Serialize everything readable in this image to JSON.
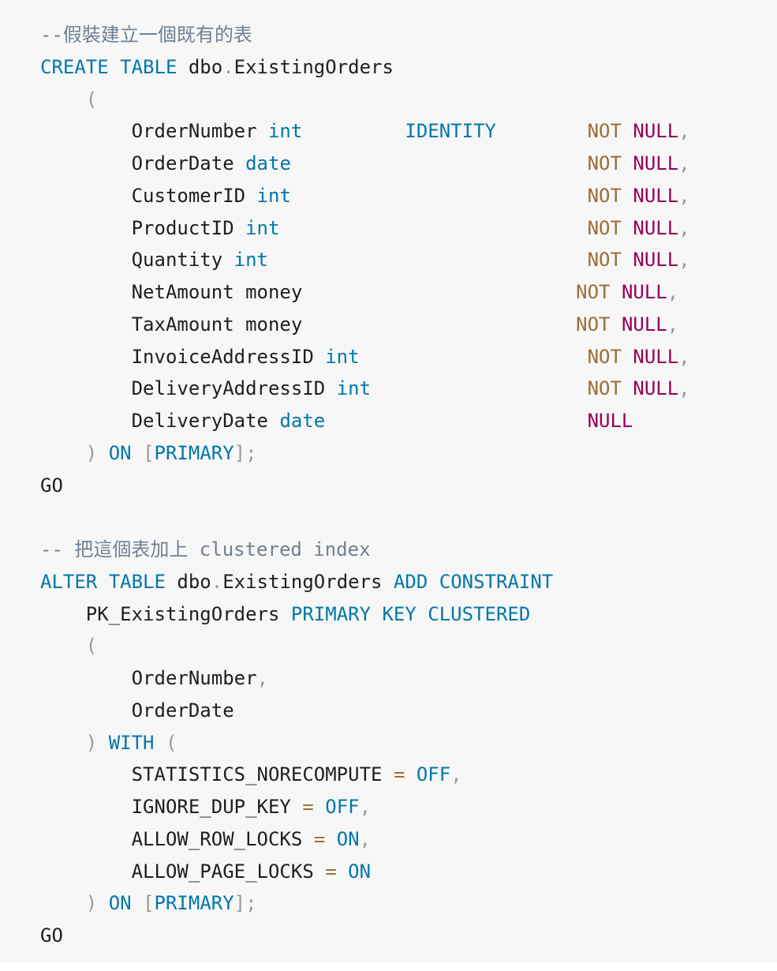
{
  "code": {
    "language": "sql",
    "colors": {
      "background": "#f7f7f7",
      "comment": "#708090",
      "keyword": "#0077aa",
      "not": "#9a6e3a",
      "null": "#990055",
      "punctuation": "#999999",
      "operator": "#9a6e3a",
      "text": "#1e1e1e"
    },
    "lines": [
      [
        {
          "t": "--假裝建立一個既有的表",
          "c": "cm"
        }
      ],
      [
        {
          "t": "CREATE TABLE",
          "c": "kw"
        },
        {
          "t": " dbo",
          "c": "tx"
        },
        {
          "t": ".",
          "c": "pu"
        },
        {
          "t": "ExistingOrders",
          "c": "tx"
        }
      ],
      [
        {
          "t": "    ",
          "c": "tx"
        },
        {
          "t": "(",
          "c": "pu"
        }
      ],
      [
        {
          "t": "        OrderNumber ",
          "c": "tx"
        },
        {
          "t": "int",
          "c": "kw"
        },
        {
          "t": "         ",
          "c": "tx"
        },
        {
          "t": "IDENTITY",
          "c": "kw"
        },
        {
          "t": "        ",
          "c": "tx"
        },
        {
          "t": "NOT",
          "c": "nt"
        },
        {
          "t": " ",
          "c": "tx"
        },
        {
          "t": "NULL",
          "c": "nl"
        },
        {
          "t": ",",
          "c": "pu"
        }
      ],
      [
        {
          "t": "        OrderDate ",
          "c": "tx"
        },
        {
          "t": "date",
          "c": "kw"
        },
        {
          "t": "                          ",
          "c": "tx"
        },
        {
          "t": "NOT",
          "c": "nt"
        },
        {
          "t": " ",
          "c": "tx"
        },
        {
          "t": "NULL",
          "c": "nl"
        },
        {
          "t": ",",
          "c": "pu"
        }
      ],
      [
        {
          "t": "        CustomerID ",
          "c": "tx"
        },
        {
          "t": "int",
          "c": "kw"
        },
        {
          "t": "                          ",
          "c": "tx"
        },
        {
          "t": "NOT",
          "c": "nt"
        },
        {
          "t": " ",
          "c": "tx"
        },
        {
          "t": "NULL",
          "c": "nl"
        },
        {
          "t": ",",
          "c": "pu"
        }
      ],
      [
        {
          "t": "        ProductID ",
          "c": "tx"
        },
        {
          "t": "int",
          "c": "kw"
        },
        {
          "t": "                           ",
          "c": "tx"
        },
        {
          "t": "NOT",
          "c": "nt"
        },
        {
          "t": " ",
          "c": "tx"
        },
        {
          "t": "NULL",
          "c": "nl"
        },
        {
          "t": ",",
          "c": "pu"
        }
      ],
      [
        {
          "t": "        Quantity ",
          "c": "tx"
        },
        {
          "t": "int",
          "c": "kw"
        },
        {
          "t": "                            ",
          "c": "tx"
        },
        {
          "t": "NOT",
          "c": "nt"
        },
        {
          "t": " ",
          "c": "tx"
        },
        {
          "t": "NULL",
          "c": "nl"
        },
        {
          "t": ",",
          "c": "pu"
        }
      ],
      [
        {
          "t": "        NetAmount money                        ",
          "c": "tx"
        },
        {
          "t": "NOT",
          "c": "nt"
        },
        {
          "t": " ",
          "c": "tx"
        },
        {
          "t": "NULL",
          "c": "nl"
        },
        {
          "t": ",",
          "c": "pu"
        }
      ],
      [
        {
          "t": "        TaxAmount money                        ",
          "c": "tx"
        },
        {
          "t": "NOT",
          "c": "nt"
        },
        {
          "t": " ",
          "c": "tx"
        },
        {
          "t": "NULL",
          "c": "nl"
        },
        {
          "t": ",",
          "c": "pu"
        }
      ],
      [
        {
          "t": "        InvoiceAddressID ",
          "c": "tx"
        },
        {
          "t": "int",
          "c": "kw"
        },
        {
          "t": "                    ",
          "c": "tx"
        },
        {
          "t": "NOT",
          "c": "nt"
        },
        {
          "t": " ",
          "c": "tx"
        },
        {
          "t": "NULL",
          "c": "nl"
        },
        {
          "t": ",",
          "c": "pu"
        }
      ],
      [
        {
          "t": "        DeliveryAddressID ",
          "c": "tx"
        },
        {
          "t": "int",
          "c": "kw"
        },
        {
          "t": "                   ",
          "c": "tx"
        },
        {
          "t": "NOT",
          "c": "nt"
        },
        {
          "t": " ",
          "c": "tx"
        },
        {
          "t": "NULL",
          "c": "nl"
        },
        {
          "t": ",",
          "c": "pu"
        }
      ],
      [
        {
          "t": "        DeliveryDate ",
          "c": "tx"
        },
        {
          "t": "date",
          "c": "kw"
        },
        {
          "t": "                       ",
          "c": "tx"
        },
        {
          "t": "NULL",
          "c": "nl"
        }
      ],
      [
        {
          "t": "    ",
          "c": "tx"
        },
        {
          "t": ")",
          "c": "pu"
        },
        {
          "t": " ",
          "c": "tx"
        },
        {
          "t": "ON",
          "c": "kw"
        },
        {
          "t": " ",
          "c": "tx"
        },
        {
          "t": "[",
          "c": "pu"
        },
        {
          "t": "PRIMARY",
          "c": "kw"
        },
        {
          "t": "];",
          "c": "pu"
        }
      ],
      [
        {
          "t": "GO",
          "c": "tx"
        }
      ],
      [
        {
          "t": "",
          "c": "tx"
        }
      ],
      [
        {
          "t": "-- 把這個表加上 clustered index",
          "c": "cm"
        }
      ],
      [
        {
          "t": "ALTER TABLE",
          "c": "kw"
        },
        {
          "t": " dbo",
          "c": "tx"
        },
        {
          "t": ".",
          "c": "pu"
        },
        {
          "t": "ExistingOrders ",
          "c": "tx"
        },
        {
          "t": "ADD CONSTRAINT",
          "c": "kw"
        }
      ],
      [
        {
          "t": "    PK_ExistingOrders ",
          "c": "tx"
        },
        {
          "t": "PRIMARY KEY CLUSTERED",
          "c": "kw"
        }
      ],
      [
        {
          "t": "    ",
          "c": "tx"
        },
        {
          "t": "(",
          "c": "pu"
        }
      ],
      [
        {
          "t": "        OrderNumber",
          "c": "tx"
        },
        {
          "t": ",",
          "c": "pu"
        }
      ],
      [
        {
          "t": "        OrderDate",
          "c": "tx"
        }
      ],
      [
        {
          "t": "    ",
          "c": "tx"
        },
        {
          "t": ")",
          "c": "pu"
        },
        {
          "t": " ",
          "c": "tx"
        },
        {
          "t": "WITH",
          "c": "kw"
        },
        {
          "t": " ",
          "c": "tx"
        },
        {
          "t": "(",
          "c": "pu"
        }
      ],
      [
        {
          "t": "        STATISTICS_NORECOMPUTE ",
          "c": "tx"
        },
        {
          "t": "=",
          "c": "op"
        },
        {
          "t": " ",
          "c": "tx"
        },
        {
          "t": "OFF",
          "c": "kw"
        },
        {
          "t": ",",
          "c": "pu"
        }
      ],
      [
        {
          "t": "        IGNORE_DUP_KEY ",
          "c": "tx"
        },
        {
          "t": "=",
          "c": "op"
        },
        {
          "t": " ",
          "c": "tx"
        },
        {
          "t": "OFF",
          "c": "kw"
        },
        {
          "t": ",",
          "c": "pu"
        }
      ],
      [
        {
          "t": "        ALLOW_ROW_LOCKS ",
          "c": "tx"
        },
        {
          "t": "=",
          "c": "op"
        },
        {
          "t": " ",
          "c": "tx"
        },
        {
          "t": "ON",
          "c": "kw"
        },
        {
          "t": ",",
          "c": "pu"
        }
      ],
      [
        {
          "t": "        ALLOW_PAGE_LOCKS ",
          "c": "tx"
        },
        {
          "t": "=",
          "c": "op"
        },
        {
          "t": " ",
          "c": "tx"
        },
        {
          "t": "ON",
          "c": "kw"
        }
      ],
      [
        {
          "t": "    ",
          "c": "tx"
        },
        {
          "t": ")",
          "c": "pu"
        },
        {
          "t": " ",
          "c": "tx"
        },
        {
          "t": "ON",
          "c": "kw"
        },
        {
          "t": " ",
          "c": "tx"
        },
        {
          "t": "[",
          "c": "pu"
        },
        {
          "t": "PRIMARY",
          "c": "kw"
        },
        {
          "t": "];",
          "c": "pu"
        }
      ],
      [
        {
          "t": "GO",
          "c": "tx"
        }
      ]
    ]
  }
}
